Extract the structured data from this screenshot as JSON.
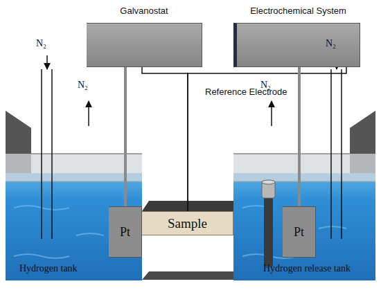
{
  "diagram": {
    "nodes": [
      {
        "text": [
          "Galvanostat"
        ]
      },
      {
        "text": [
          "Electrochemical System"
        ]
      },
      {
        "text": [
          "Pt"
        ]
      },
      {
        "text": [
          "Sample"
        ]
      },
      {
        "text": [
          "Pt"
        ]
      }
    ],
    "edges": [
      {
        "from": 0,
        "to": 2,
        "arrow": "none"
      },
      {
        "from": 0,
        "to": 3,
        "arrow": "none"
      },
      {
        "from": 1,
        "to": 3,
        "arrow": "none"
      },
      {
        "from": 1,
        "to": 4,
        "arrow": "none"
      }
    ],
    "labels": [
      "N₂",
      "N₂",
      "Reference Electrode",
      "N₂",
      "N₂",
      "Hydrogen tank",
      "Hydrogen release tank"
    ]
  }
}
